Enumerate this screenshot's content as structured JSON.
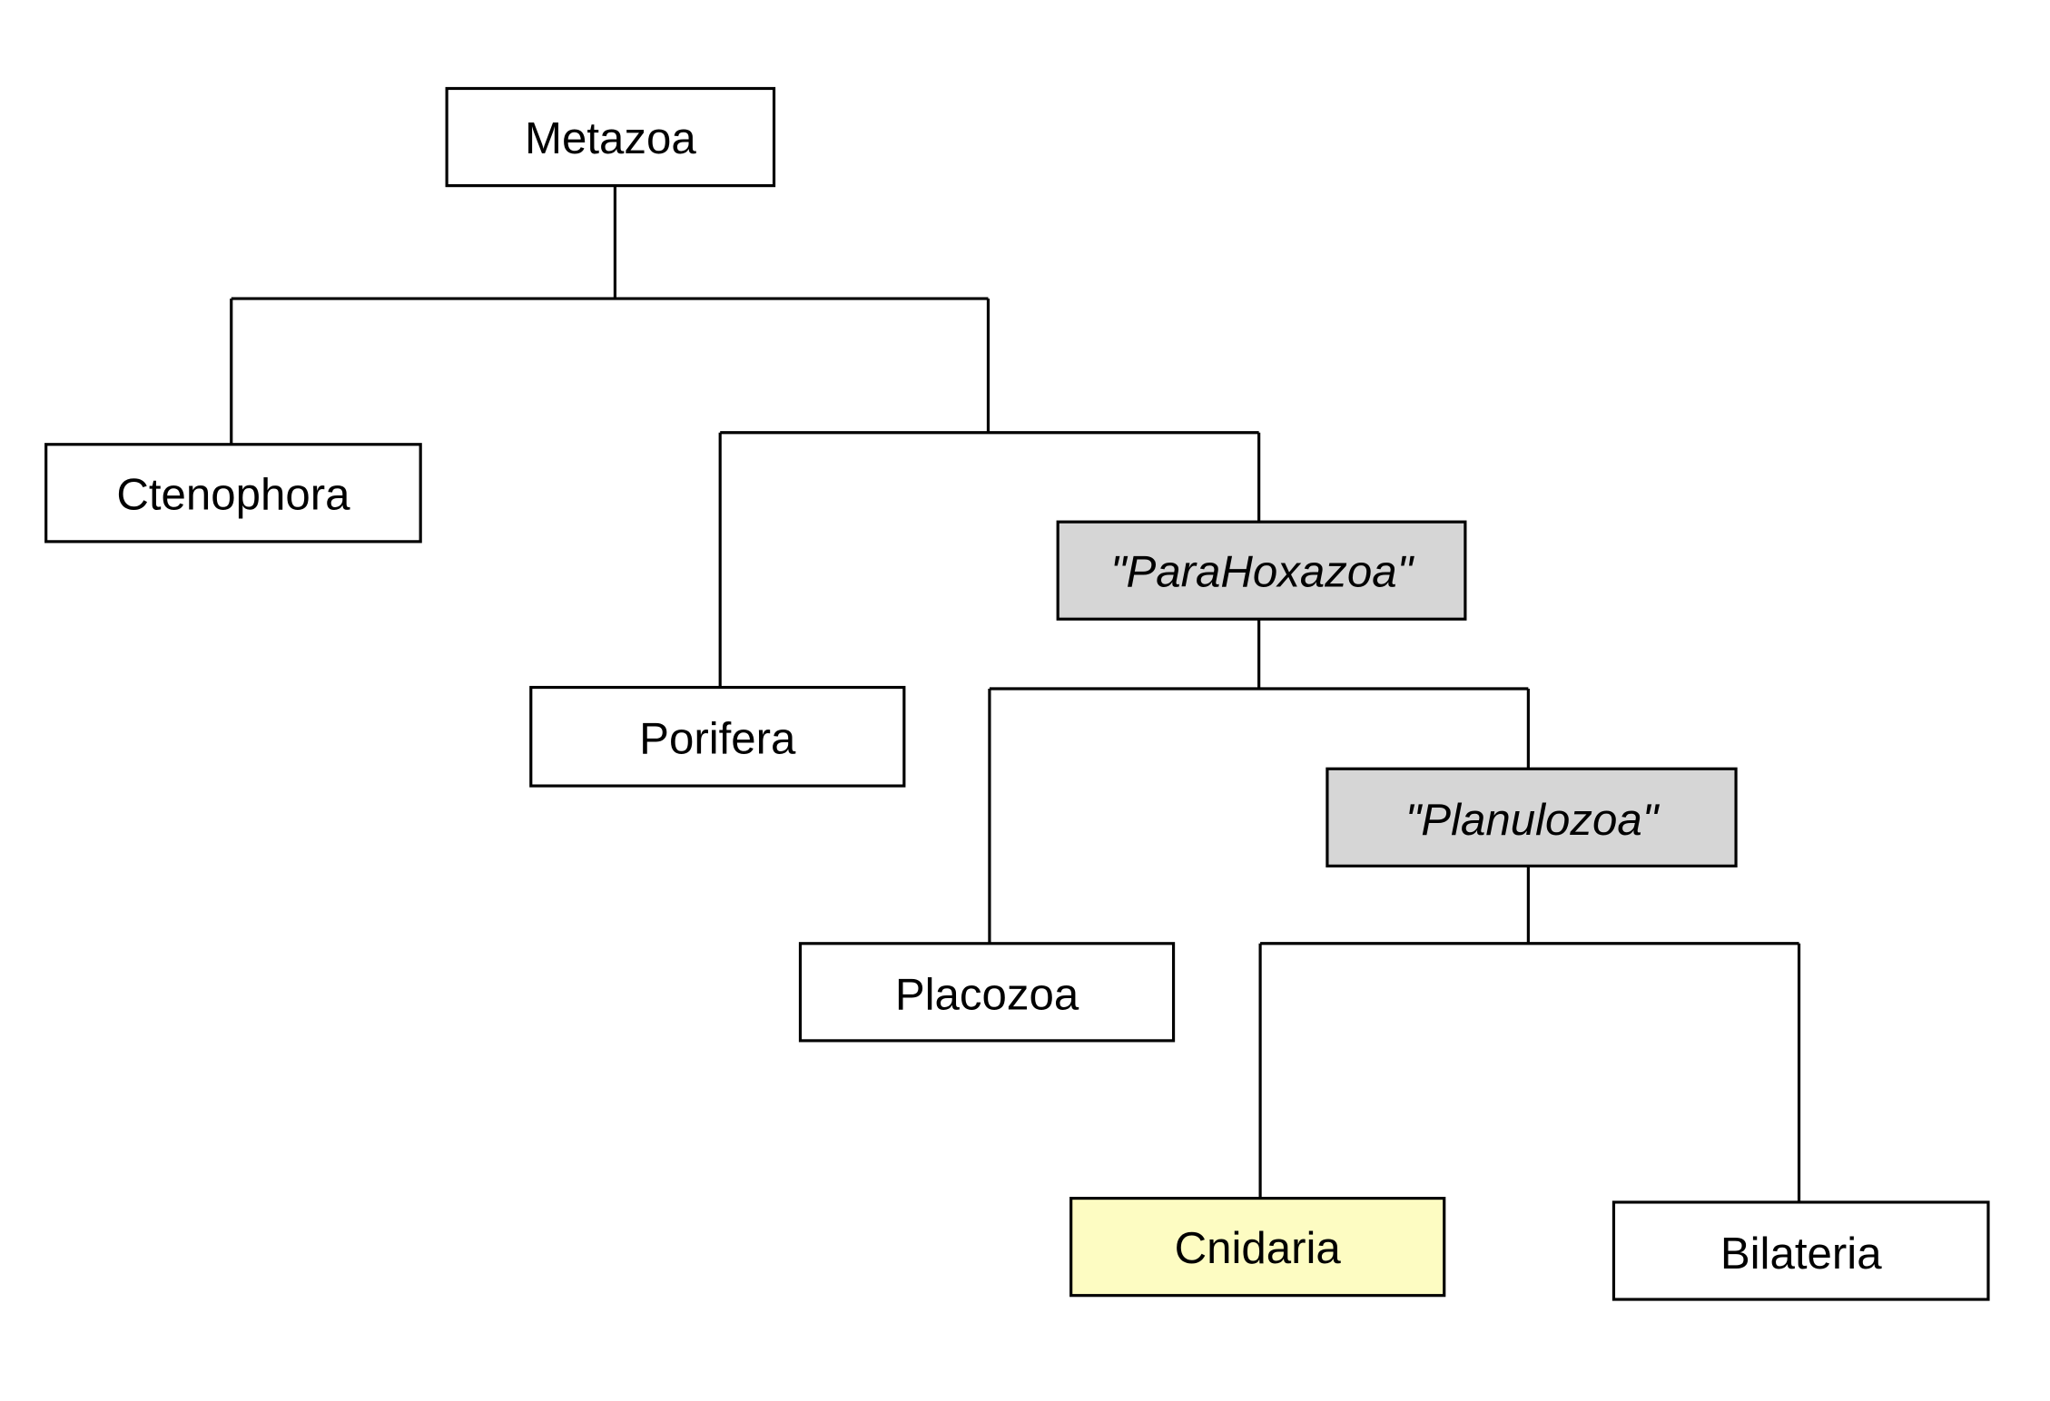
{
  "nodes": {
    "metazoa": {
      "label": "Metazoa",
      "fill": "#ffffff"
    },
    "ctenophora": {
      "label": "Ctenophora",
      "fill": "#ffffff"
    },
    "porifera": {
      "label": "Porifera",
      "fill": "#ffffff"
    },
    "parahoxazoa": {
      "label": "\"ParaHoxazoa\"",
      "fill": "#d6d6d6"
    },
    "placozoa": {
      "label": "Placozoa",
      "fill": "#ffffff"
    },
    "planulozoa": {
      "label": "\"Planulozoa\"",
      "fill": "#d6d6d6"
    },
    "cnidaria": {
      "label": "Cnidaria",
      "fill": "#fdfcc2"
    },
    "bilateria": {
      "label": "Bilateria",
      "fill": "#ffffff"
    }
  }
}
